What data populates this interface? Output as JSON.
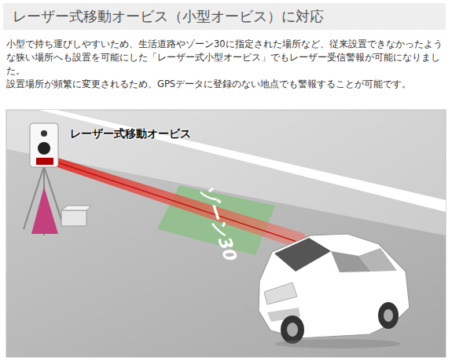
{
  "diagram": {
    "title": "レーザー式移動オービス（小型オービス）に対応",
    "labels": [
      "小型で持ち運びしやすいため、生活道路やゾーン30に指定された場所など、従来設置できなかったような狭い場所へも設置を可能にした「レーザー式小型オービス」でもレーザー受信警報が可能になりました。",
      "設置場所が頻繁に変更されるため、GPSデータに登録のない地点でも警報することが可能です。",
      "レーザー式移動オービス",
      "ゾーン30"
    ]
  }
}
